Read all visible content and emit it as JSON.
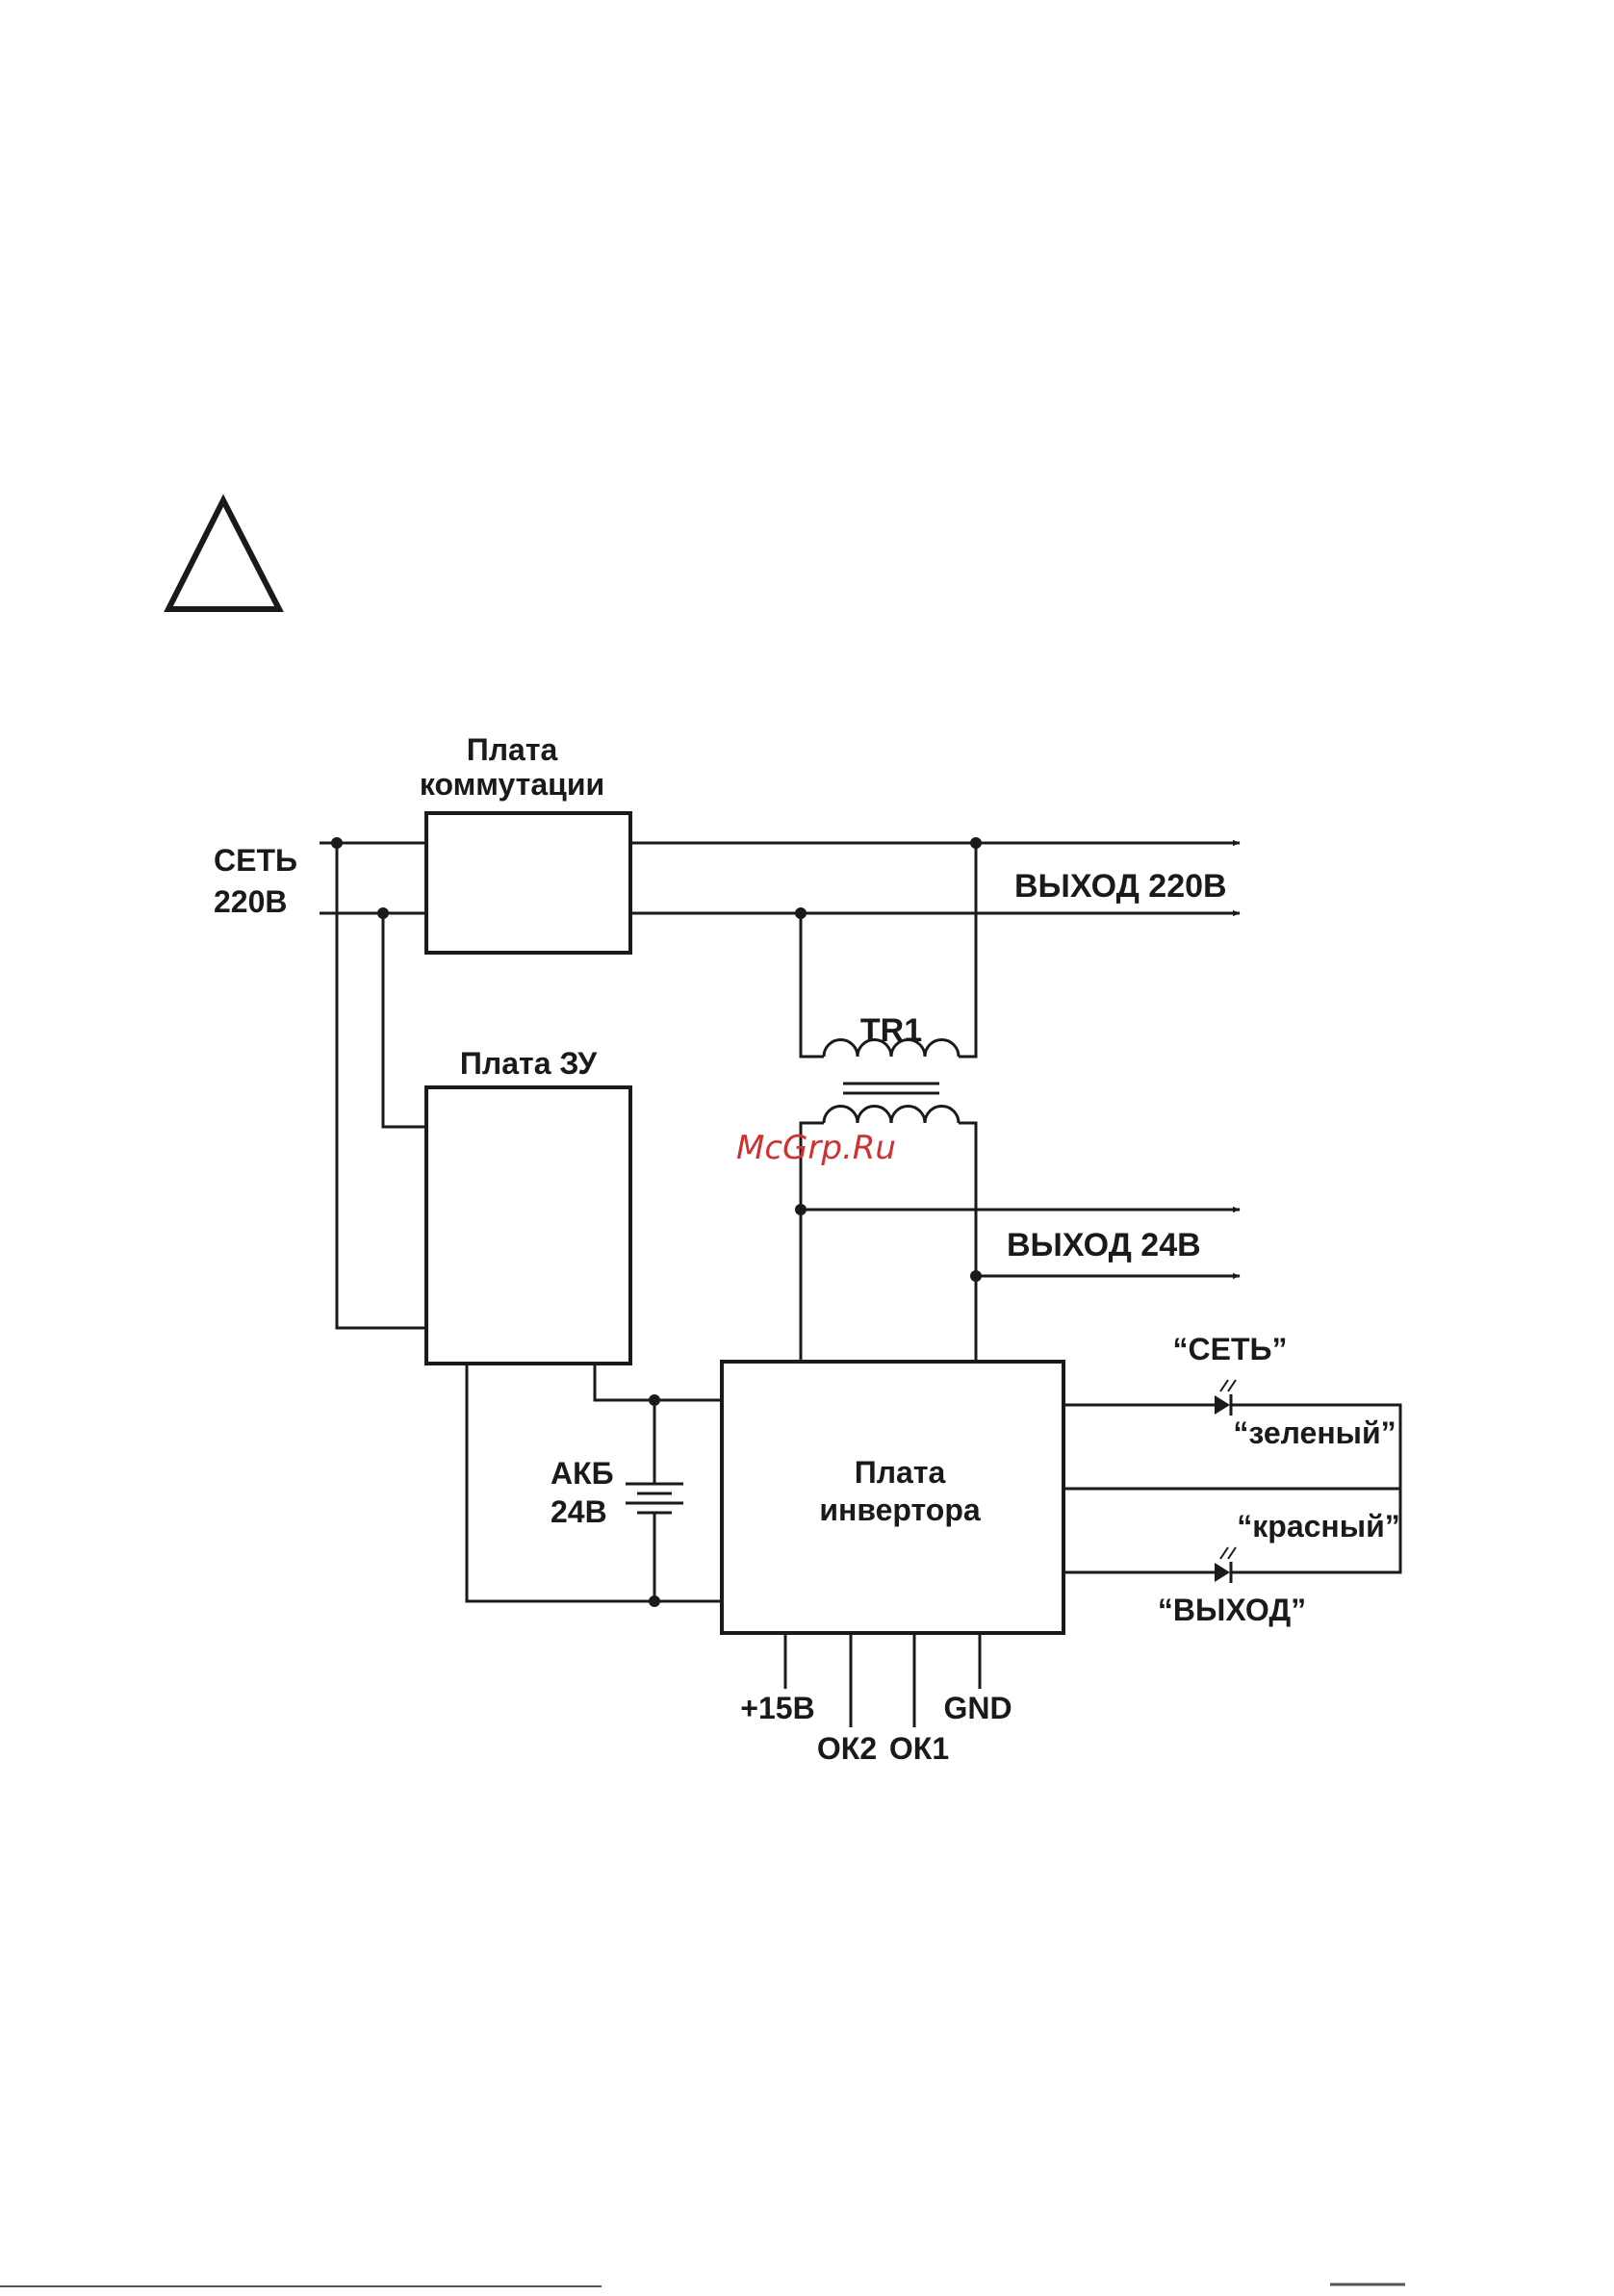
{
  "boards": {
    "commutation": [
      "Плата",
      "коммутации"
    ],
    "charger": "Плата ЗУ",
    "inverter": [
      "Плата",
      "инвертора"
    ]
  },
  "mains_input": [
    "СЕТЬ",
    "220В"
  ],
  "outputs": {
    "ac": "ВЫХОД 220В",
    "dc": "ВЫХОД 24В"
  },
  "transformer": "TR1",
  "battery": [
    "АКБ",
    "24В"
  ],
  "leds": {
    "network": "“СЕТЬ”",
    "green": "“зеленый”",
    "red": "“красный”",
    "output": "“ВЫХОД”"
  },
  "pins": {
    "p15": "+15В",
    "ok2": "ОК2",
    "ok1": "ОК1",
    "gnd": "GND"
  },
  "watermark": "McGrp.Ru",
  "colors": {
    "line": "#1a1a1a",
    "watermark": "#d03030"
  }
}
